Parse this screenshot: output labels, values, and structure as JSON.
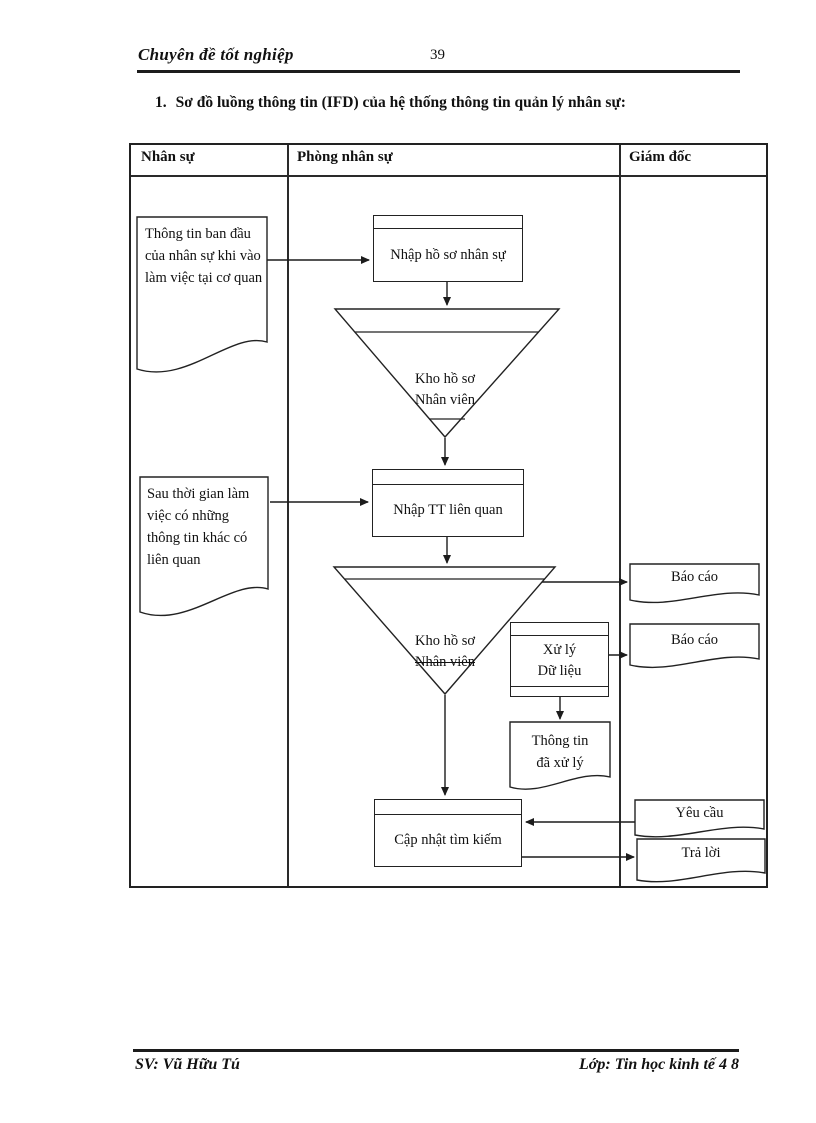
{
  "page": {
    "header": {
      "title": "Chuyên  đề tốt nghiệp",
      "page_number": "39"
    },
    "heading": {
      "number": "1.",
      "text": "Sơ đồ luồng thông tin (IFD) của hệ thống thông tin quản  lý nhân  sự:"
    },
    "footer": {
      "student": "SV:  Vũ  Hữu  Tú",
      "class": "Lớp:  Tin học kinh  tế 4 8"
    }
  },
  "table": {
    "columns": [
      {
        "label": "Nhân  sự"
      },
      {
        "label": "Phòng nhân  sự"
      },
      {
        "label": "Giám đốc"
      }
    ]
  },
  "diagram": {
    "doc_initial_info": {
      "text": "Thông  tin ban đầu của nhân sự khi vào  làm việc tại cơ quan"
    },
    "proc_nhap_ho_so": {
      "text": "Nhập  hồ  sơ nhân sự"
    },
    "store_kho_ho_so_1": {
      "line1": "Kho hồ sơ",
      "line2": "Nhân  viên"
    },
    "doc_related_info": {
      "text": "Sau  thời gian làm việc có những  thông tin  khác có liên quan"
    },
    "proc_nhap_tt": {
      "text": "Nhập  TT  liên quan"
    },
    "store_kho_ho_so_2": {
      "line1": "Kho hồ sơ",
      "line2": "Nhân  viên"
    },
    "doc_bao_cao_1": {
      "text": "Báo cáo"
    },
    "doc_bao_cao_2": {
      "text": "Báo cáo"
    },
    "proc_xu_ly": {
      "line1": "Xử lý",
      "line2": "Dữ liệu"
    },
    "doc_thong_tin": {
      "line1": "Thông  tin",
      "line2": "đã xử lý"
    },
    "proc_cap_nhat": {
      "text": "Cập nhật tìm kiếm"
    },
    "doc_yeu_cau": {
      "text": "Yêu cầu"
    },
    "doc_tra_loi": {
      "text": "Trả lời"
    }
  },
  "colors": {
    "ink": "#1c1c1c",
    "paper": "#ffffff"
  }
}
